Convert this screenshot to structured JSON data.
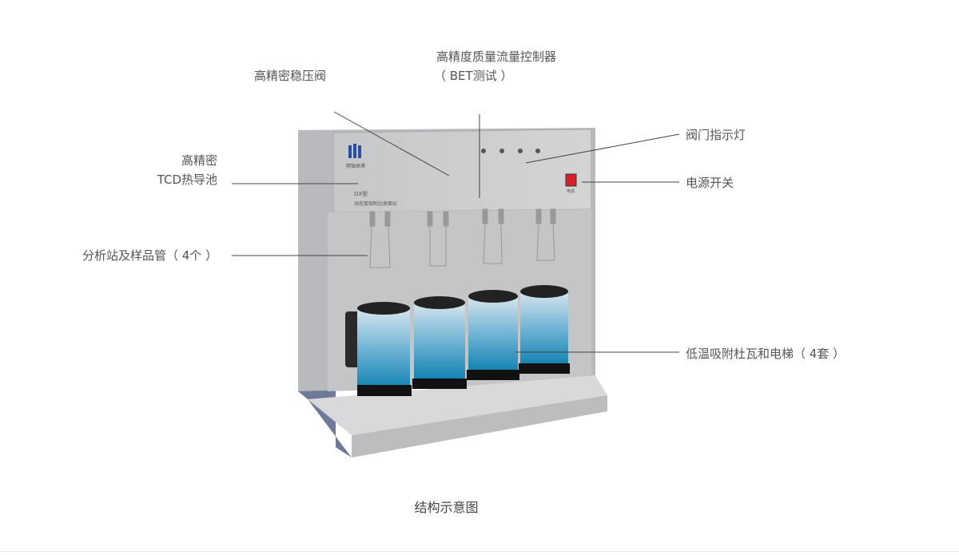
{
  "labels": {
    "pressure_valve": "高精密稳压阀",
    "flow_controller_line1": "高精度质量流量控制器",
    "flow_controller_line2": "（ BET测试 ）",
    "tcd_line1": "高精密",
    "tcd_line2": "TCD热导池",
    "valve_light": "阀门指示灯",
    "power_switch": "电源开关",
    "analysis_station": "分析站及样品管（ 4个 ）",
    "dewar_elevator": "低温吸附杜瓦和电梯（ 4套 ）"
  },
  "device": {
    "brand": "精微高博",
    "model": "DX型",
    "name": "动态氮吸附比表面仪",
    "switch_label": "电源"
  },
  "caption": "结构示意图",
  "colors": {
    "panel": "#c9cacc",
    "side": "#6f7a99",
    "dewar": "#4aa3c8",
    "switch": "#d8202a"
  }
}
